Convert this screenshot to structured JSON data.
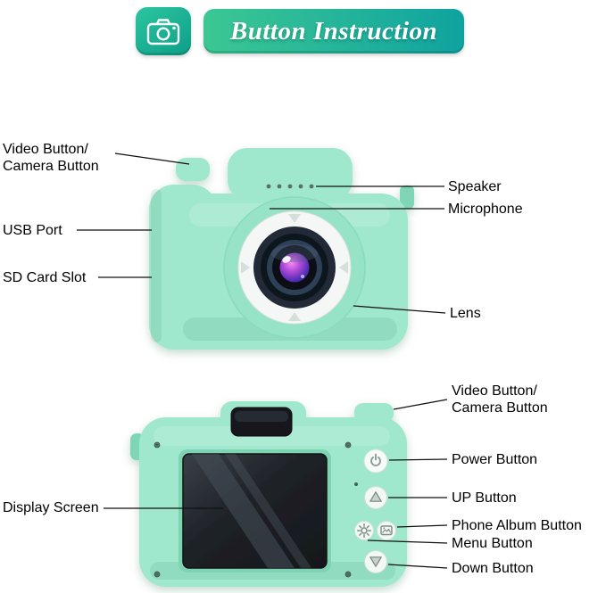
{
  "header": {
    "title": "Button Instruction",
    "icon": "camera-icon"
  },
  "front_view": {
    "labels": {
      "video_camera_button": "Video Button/\nCamera Button",
      "usb_port": "USB Port",
      "sd_card_slot": "SD Card Slot",
      "speaker": "Speaker",
      "microphone": "Microphone",
      "lens": "Lens"
    }
  },
  "back_view": {
    "labels": {
      "video_camera_button": "Video Button/\nCamera Button",
      "power_button": "Power Button",
      "up_button": "UP Button",
      "phone_album_button": "Phone Album Button",
      "menu_button": "Menu Button",
      "down_button": "Down Button",
      "display_screen": "Display Screen"
    }
  },
  "colors": {
    "banner_green": "#3cc793",
    "banner_teal": "#0fa3a0",
    "camera_body": "#9fe7cd",
    "lens_iris": "#b84fd9",
    "screen": "#1d2126",
    "label_text": "#000000"
  }
}
